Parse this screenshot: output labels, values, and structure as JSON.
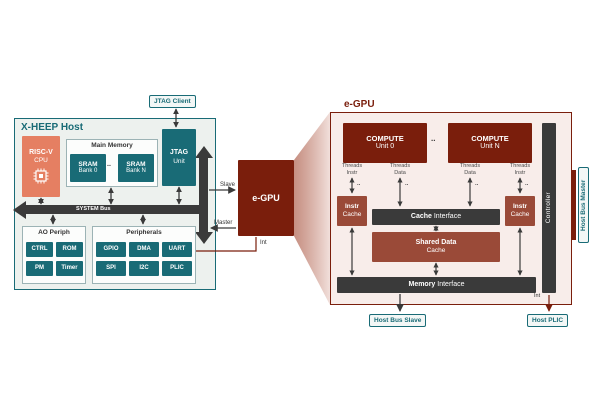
{
  "colors": {
    "teal": "#196b76",
    "orange": "#e57f62",
    "maroon": "#7a1e0c",
    "brick": "#9a4a38",
    "dark_gray": "#3a3a3a"
  },
  "host": {
    "title": "X-HEEP Host",
    "cpu": {
      "line1": "RISC-V",
      "line2": "CPU"
    },
    "main_memory": {
      "title": "Main Memory",
      "dots": "..",
      "banks": [
        {
          "line1": "SRAM",
          "line2": "Bank 0"
        },
        {
          "line1": "SRAM",
          "line2": "Bank N"
        }
      ]
    },
    "jtag_unit": {
      "line1": "JTAG",
      "line2": "Unit"
    },
    "jtag_client": "JTAG Client",
    "system_bus": "SYSTEM Bus",
    "ao_periph": {
      "title": "AO Periph",
      "blocks": [
        "CTRL",
        "ROM",
        "PM",
        "Timer"
      ]
    },
    "peripherals": {
      "title": "Peripherals",
      "blocks": [
        "GPIO",
        "DMA",
        "UART",
        "SPI",
        "I2C",
        "PLIC"
      ]
    }
  },
  "link_labels": {
    "slave": "Slave",
    "master": "Master",
    "int": "Int"
  },
  "egpu_block": {
    "label": "e-GPU"
  },
  "egpu": {
    "title": "e-GPU",
    "dots": "..",
    "compute_units": [
      {
        "line1": "COMPUTE",
        "line2": "Unit 0"
      },
      {
        "line1": "COMPUTE",
        "line2": "Unit N"
      }
    ],
    "threads": {
      "instr": {
        "line1": "Threads",
        "line2": "Instr"
      },
      "data": {
        "line1": "Threads",
        "line2": "Data"
      }
    },
    "instr_cache": {
      "line1": "Instr",
      "line2": "Cache"
    },
    "cache_interface": {
      "bold": "Cache",
      "rest": " Interface"
    },
    "shared_cache": {
      "line1": "Shared Data",
      "line2": "Cache"
    },
    "memory_interface": {
      "bold": "Memory",
      "rest": " Interface"
    },
    "controller": "Controller",
    "int_label": "Int"
  },
  "badges": {
    "host_bus_master": "Host Bus Master",
    "host_bus_slave": "Host Bus Slave",
    "host_plic": "Host PLIC"
  }
}
